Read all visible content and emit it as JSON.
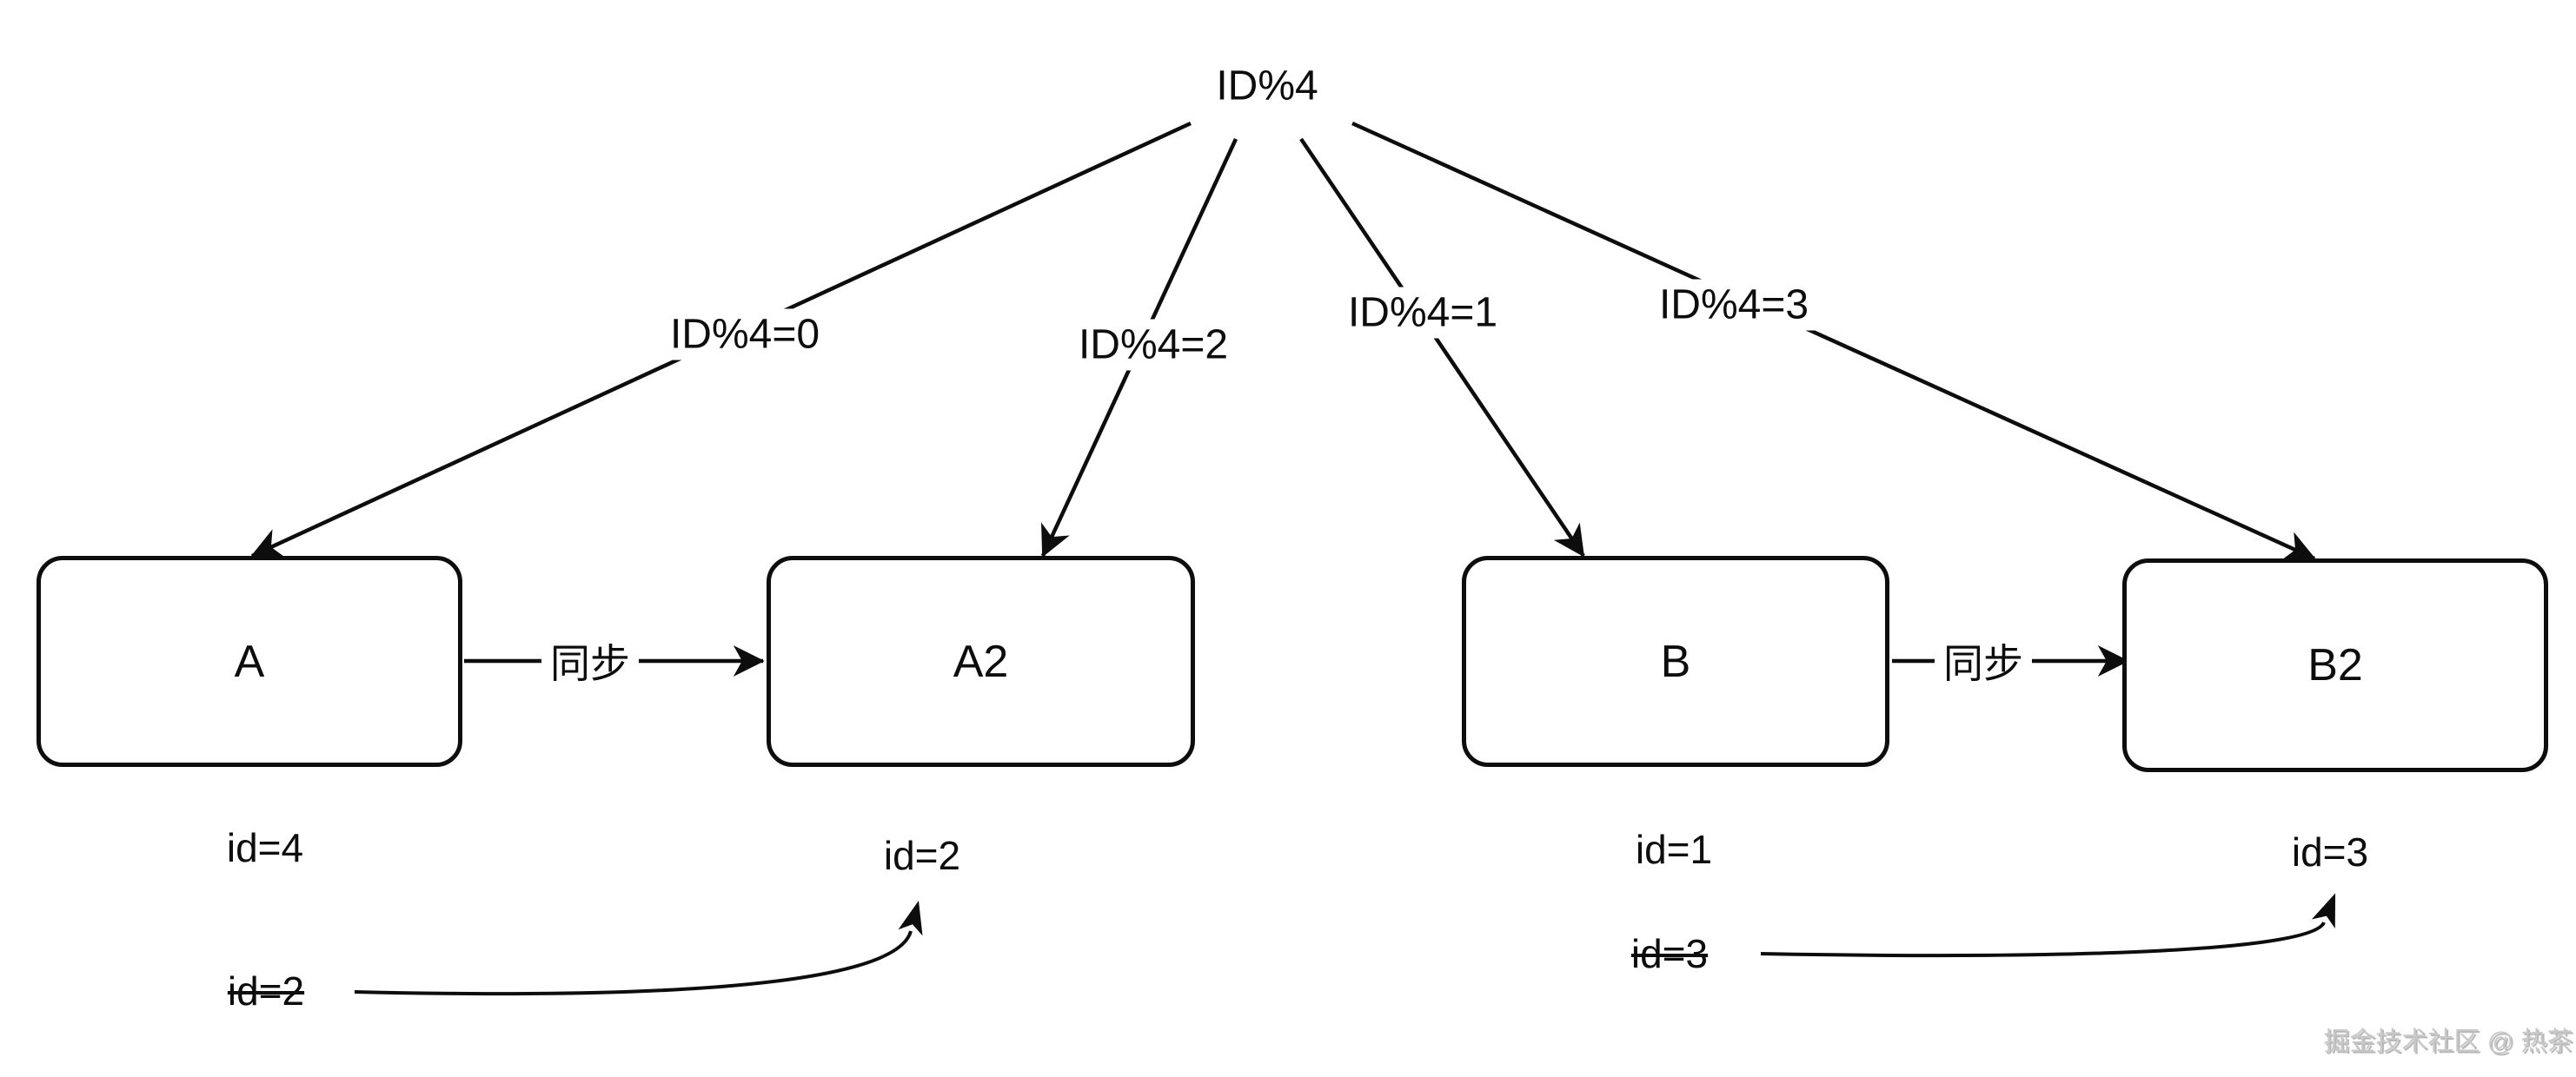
{
  "diagram": {
    "root_label": "ID%4",
    "branches": [
      {
        "label": "ID%4=0",
        "target": "A"
      },
      {
        "label": "ID%4=2",
        "target": "A2"
      },
      {
        "label": "ID%4=1",
        "target": "B"
      },
      {
        "label": "ID%4=3",
        "target": "B2"
      }
    ],
    "nodes": [
      {
        "label": "A",
        "id_label": "id=4",
        "old_id_label": "id=2"
      },
      {
        "label": "A2",
        "id_label": "id=2"
      },
      {
        "label": "B",
        "id_label": "id=1",
        "old_id_label": "id=3"
      },
      {
        "label": "B2",
        "id_label": "id=3"
      }
    ],
    "sync_label": "同步",
    "watermark": "掘金技术社区 @ 热茶",
    "colors": {
      "line": "#0d0d0d",
      "watermark": "#c9c9c9"
    }
  }
}
